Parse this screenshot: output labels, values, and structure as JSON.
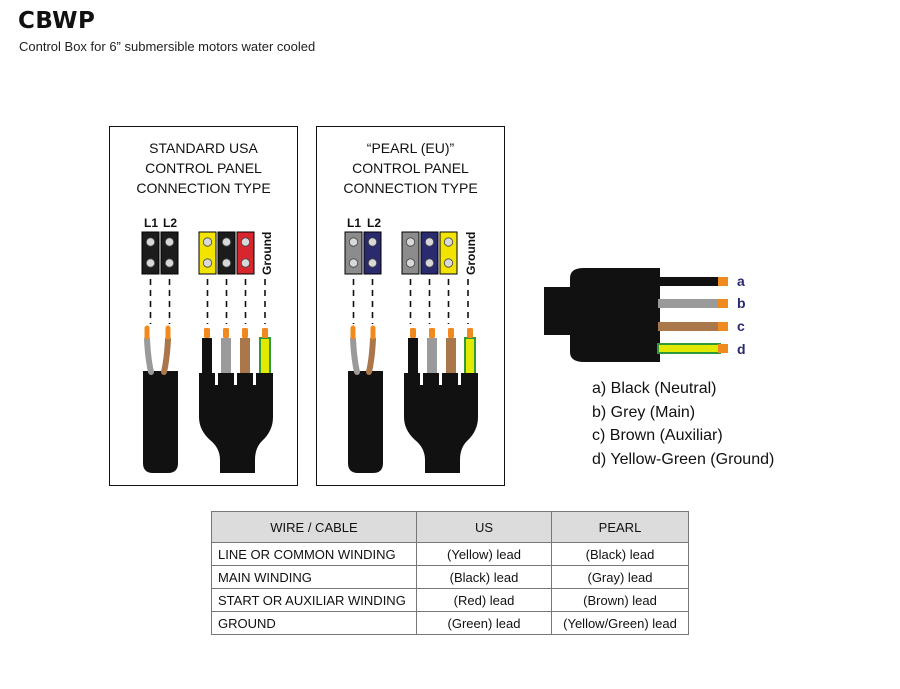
{
  "header": {
    "title": "CBWP",
    "subtitle": "Control Box for 6” submersible motors water cooled"
  },
  "panels": [
    {
      "id": "usa",
      "title_lines": [
        "STANDARD USA",
        "CONTROL PANEL",
        "CONNECTION TYPE"
      ],
      "terminal_labels": [
        "L1",
        "L2"
      ],
      "ground_label": "Ground",
      "line_terminal_colors": [
        "#1c1c1c",
        "#1c1c1c"
      ],
      "motor_terminal_colors": [
        "#f2e300",
        "#1c1c1c",
        "#d8262e"
      ]
    },
    {
      "id": "pearl",
      "title_lines": [
        "“PEARL (EU)”",
        "CONTROL PANEL",
        "CONNECTION TYPE"
      ],
      "terminal_labels": [
        "L1",
        "L2"
      ],
      "ground_label": "Ground",
      "line_terminal_colors": [
        "#8c8c8c",
        "#2a2a6e"
      ],
      "motor_terminal_colors": [
        "#8c8c8c",
        "#2a2a6e",
        "#f2e300"
      ]
    }
  ],
  "plug": {
    "wire_letters": [
      "a",
      "b",
      "c",
      "d"
    ],
    "wire_colors": [
      "#111111",
      "#9a9a9a",
      "#a9774a",
      "#e3e800"
    ]
  },
  "legend": [
    "a) Black (Neutral)",
    "b) Grey (Main)",
    "c) Brown (Auxiliar)",
    "d) Yellow-Green (Ground)"
  ],
  "table": {
    "headers": [
      "WIRE / CABLE",
      "US",
      "PEARL"
    ],
    "rows": [
      [
        "LINE OR COMMON WINDING",
        "(Yellow) lead",
        "(Black) lead"
      ],
      [
        "MAIN WINDING",
        "(Black) lead",
        "(Gray) lead"
      ],
      [
        "START OR AUXILIAR WINDING",
        "(Red) lead",
        "(Brown) lead"
      ],
      [
        "GROUND",
        "(Green) lead",
        "(Yellow/Green) lead"
      ]
    ]
  },
  "colors": {
    "cable_black": "#111111",
    "wire_grey": "#9a9a9a",
    "wire_brown": "#a9774a",
    "ground_yellow": "#e3e800",
    "ground_green": "#2e9a3a",
    "copper_tip": "#f08a1e",
    "label_accent": "#2a2a6e"
  }
}
